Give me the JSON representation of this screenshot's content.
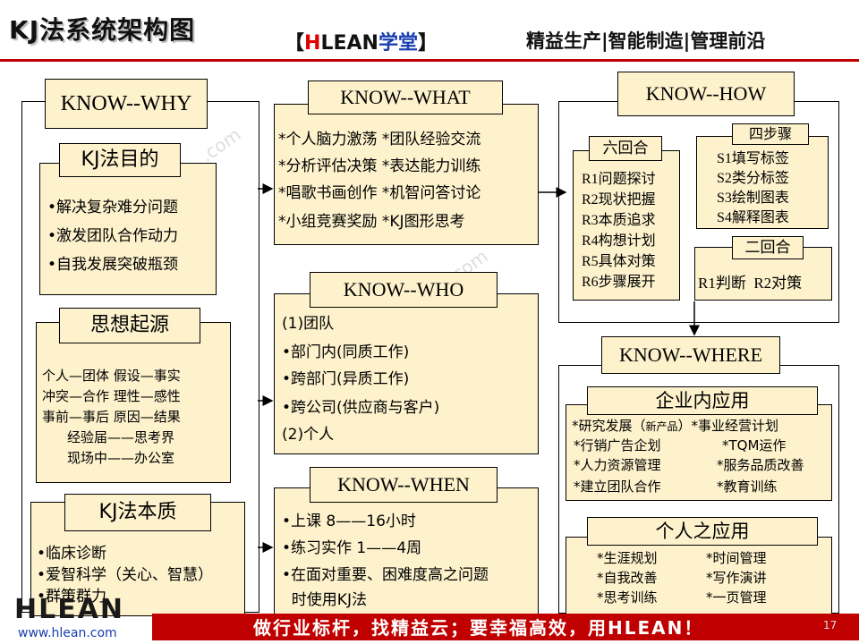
{
  "header": {
    "title": "KJ法系统架构图",
    "brand_left": "【",
    "brand_h": "H",
    "brand_lean": "LEAN",
    "brand_xuetang": "学堂",
    "brand_right": "】",
    "tagline": "精益生产|智能制造|管理前沿"
  },
  "why": {
    "header": "KNOW--WHY",
    "purpose": {
      "header": "KJ法目的",
      "items": [
        "•解决复杂难分问题",
        "•激发团队合作动力",
        "•自我发展突破瓶颈"
      ]
    },
    "origin": {
      "header": "思想起源",
      "lines": [
        "个人—团体  假设—事实",
        "冲突—合作  理性—感性",
        "事前—事后  原因—结果",
        "经验届——思考界",
        "现场中——办公室"
      ]
    },
    "essence": {
      "header": "KJ法本质",
      "items": [
        "•临床诊断",
        "•爱智科学（关心、智慧）",
        "•群策群力"
      ]
    }
  },
  "what": {
    "header": "KNOW--WHAT",
    "lines": [
      "*个人脑力激荡 *团队经验交流",
      "*分析评估决策 *表达能力训练",
      "*唱歌书画创作 *机智问答讨论",
      "*小组竞赛奖励 *KJ图形思考"
    ]
  },
  "who": {
    "header": "KNOW--WHO",
    "lines": [
      "(1)团队",
      "•部门内(同质工作)",
      "•跨部门(异质工作)",
      "•跨公司(供应商与客户)",
      "(2)个人"
    ]
  },
  "when": {
    "header": "KNOW--WHEN",
    "lines": [
      "•上课  8——16小时",
      "•练习实作  1——4周",
      "•在面对重要、困难度高之问题",
      "  时使用KJ法"
    ]
  },
  "how": {
    "header": "KNOW--HOW",
    "six_rounds": {
      "header": "六回合",
      "items": [
        "R1问题探讨",
        "R2现状把握",
        "R3本质追求",
        "R4构想计划",
        "R5具体对策",
        "R6步骤展开"
      ]
    },
    "four_steps": {
      "header": "四步骤",
      "items": [
        "S1填写标签",
        "S2类分标签",
        "S3绘制图表",
        "S4解释图表"
      ]
    },
    "two_rounds": {
      "header": "二回合",
      "text": "R1判断  R2对策"
    }
  },
  "where": {
    "header": "KNOW--WHERE",
    "enterprise": {
      "header": "企业内应用",
      "rows": [
        [
          "*研究发展（",
          "新产品",
          "）*事业经营计划"
        ],
        [
          "*行销广告企划",
          "*TQM运作"
        ],
        [
          "*人力资源管理",
          "*服务品质改善"
        ],
        [
          "*建立团队合作",
          "*教育训练"
        ]
      ]
    },
    "personal": {
      "header": "个人之应用",
      "rows": [
        [
          "*生涯规划",
          "*时间管理"
        ],
        [
          "*自我改善",
          "*写作演讲"
        ],
        [
          "*思考训练",
          "*一页管理"
        ]
      ]
    }
  },
  "footer": {
    "slogan": "做行业标杆，找精益云；要幸福高效，用HLEAN！",
    "site": "www.hlean.com",
    "page": "17",
    "logo": "HLEAN"
  },
  "watermark": ".com",
  "colors": {
    "panel": "#fdf2cc",
    "accent_red": "#c00000",
    "brand_blue": "#1a3fb0"
  }
}
